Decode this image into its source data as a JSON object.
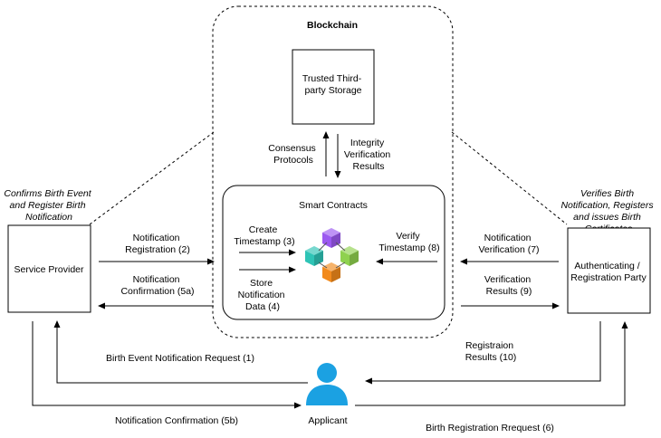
{
  "blockchain": {
    "title": "Blockchain",
    "trusted_storage": [
      "Trusted Third-",
      "party Storage"
    ],
    "consensus": [
      "Consensus",
      "Protocols"
    ],
    "integrity": [
      "Integrity",
      "Verification",
      "Results"
    ],
    "smart_contracts": {
      "title": "Smart Contracts",
      "create_timestamp": [
        "Create",
        "Timestamp (3)"
      ],
      "store_data": [
        "Store",
        "Notification",
        "Data (4)"
      ],
      "verify_timestamp": [
        "Verify",
        "Timestamp (8)"
      ]
    }
  },
  "service_provider": {
    "label": "Service Provider",
    "role": [
      "Confirms Birth Event",
      "and Register Birth",
      "Notification"
    ]
  },
  "registration_party": {
    "label": [
      "Authenticating /",
      "Registration Party"
    ],
    "role": [
      "Verifies Birth",
      "Notification, Registers",
      "and issues Birth",
      "Certificates"
    ]
  },
  "applicant": {
    "label": "Applicant"
  },
  "flows": {
    "notification_registration": [
      "Notification",
      "Registration (2)"
    ],
    "notification_confirmation_5a": [
      "Notification",
      "Confirmation (5a)"
    ],
    "notification_verification": [
      "Notification",
      "Verification (7)"
    ],
    "verification_results": [
      "Verification",
      "Results (9)"
    ],
    "birth_event_request": "Birth Event Notification Request (1)",
    "notification_confirmation_5b": "Notification Confirmation (5b)",
    "registration_results": [
      "Registraion",
      "Results (10)"
    ],
    "birth_registration_request": "Birth Registration Rrequest (6)"
  },
  "colors": {
    "applicant_icon": "#1ba1e2",
    "cube_purple": "#9b59f0",
    "cube_green": "#8fd14f",
    "cube_teal": "#2ec4b6",
    "cube_orange": "#f28a1c"
  }
}
